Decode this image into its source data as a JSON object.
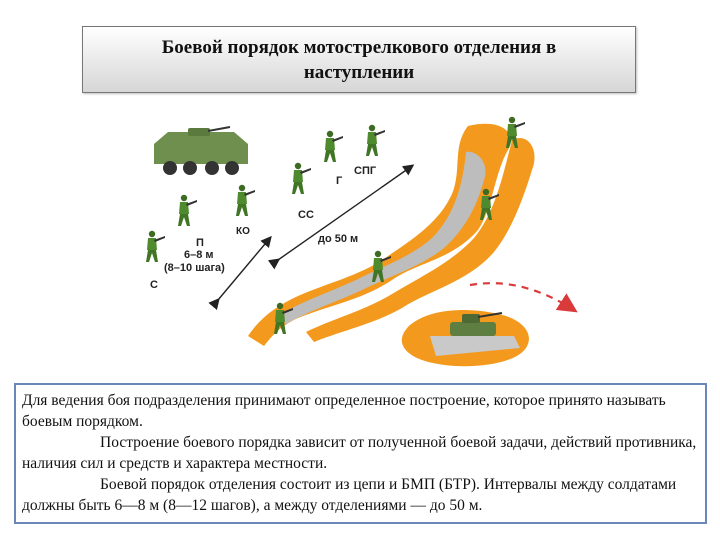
{
  "title": {
    "line1": "Боевой порядок мотострелкового отделения в",
    "line2": "наступлении"
  },
  "diagram": {
    "labels": {
      "spg": "СПГ",
      "g": "Г",
      "ss": "СС",
      "ko": "КО",
      "p": "П",
      "s": "С",
      "interval_soldiers_1": "6–8 м",
      "interval_soldiers_2": "(8–10 шага)",
      "interval_squads": "до 50 м"
    },
    "colors": {
      "trench_fill": "#f39a1e",
      "trench_wall": "#b9b9b9",
      "soldier": "#4f8a2e",
      "vehicle": "#6f8f4f",
      "route_arrow": "#d93b3b"
    },
    "icons": [
      "apc-vehicle-icon",
      "soldier-icon",
      "bmp-tank-icon",
      "trench-icon",
      "dimension-arrow-icon"
    ]
  },
  "text": {
    "paragraphs": [
      "Для ведения боя подразделения принимают определенное построение, которое принято называть боевым порядком.",
      "Построение боевого порядка зависит от полученной боевой задачи, действий противника, наличия сил и средств и характера местности.",
      "Боевой порядок отделения состоит из цепи и БМП (БТР). Интервалы между солдатами должны быть 6—8 м (8—12 шагов), а между отделениями — до 50 м."
    ]
  }
}
